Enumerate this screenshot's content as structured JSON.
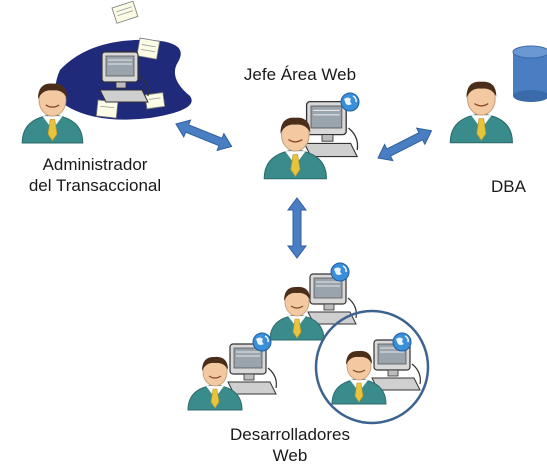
{
  "nodes": {
    "admin": {
      "line1": "Administrador",
      "line2": "del Transaccional"
    },
    "jefe": {
      "label": "Jefe Área Web"
    },
    "dba": {
      "label": "DBA"
    },
    "devs": {
      "line1": "Desarrolladores",
      "line2": "Web"
    }
  },
  "colors": {
    "arrow": "#4a7ec2",
    "arrow_stroke": "#2f5f9e",
    "person_suit": "#3a8b8b",
    "person_shirt": "#ffffff",
    "tie": "#e8c33c",
    "skin": "#f2c9a0",
    "hair": "#4a2e1a",
    "computer_body": "#d9d9d9",
    "globe": "#3a8fd8",
    "database": "#4a7ec2",
    "admin_backdrop": "#1f2a7a",
    "dev_circle": "#3d6390"
  },
  "icons": [
    "person-icon",
    "computer-icon",
    "globe-icon",
    "database-icon",
    "document-icon",
    "double-arrow-icon"
  ]
}
